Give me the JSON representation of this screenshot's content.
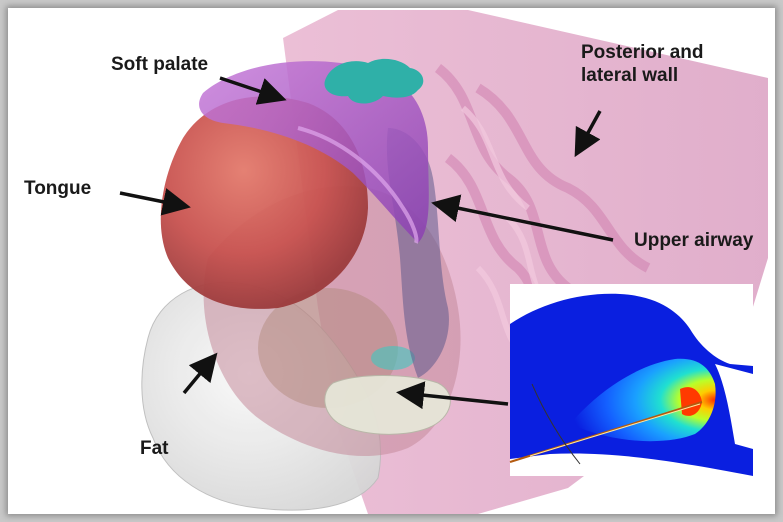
{
  "figure": {
    "labels": {
      "soft_palate": "Soft palate",
      "posterior_lateral_wall": "Posterior and\nlateral wall",
      "tongue": "Tongue",
      "upper_airway": "Upper airway",
      "fat": "Fat"
    },
    "colors": {
      "frame_background": "#ffffff",
      "outer_background": "#c9c9c9",
      "tongue": "#c8524f",
      "soft_palate": "#a04fc2",
      "posterior_wall": "#e3a8c9",
      "fat": "#e9e9e9",
      "airway": "#5f5a8c",
      "teal_structure": "#2fb0a8",
      "fem_blue": "#0a1fe0",
      "fem_hot": "#ff3a00"
    }
  }
}
